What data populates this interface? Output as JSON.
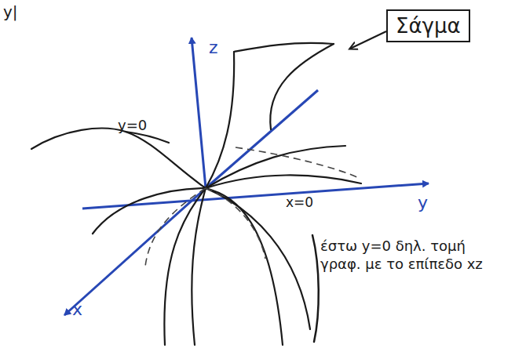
{
  "diagram": {
    "nodes": [
      {
        "text": [
          "Σάγμα"
        ]
      }
    ],
    "labels": [
      "y|",
      "z",
      "y",
      "x",
      "y=0",
      "x=0",
      "έστω y=0 δηλ. τομή γραφ. με το επίπεδο xz"
    ]
  }
}
